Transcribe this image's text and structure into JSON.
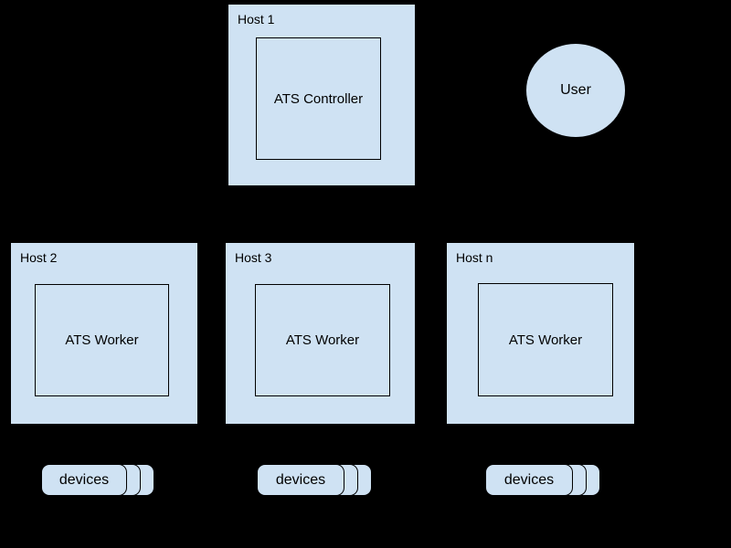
{
  "diagram": {
    "background": "#000000",
    "shape_fill": "#cfe2f3",
    "border_color": "#000000"
  },
  "hosts": [
    {
      "label": "Host 1",
      "component": "ATS Controller"
    },
    {
      "label": "Host 2",
      "component": "ATS Worker"
    },
    {
      "label": "Host 3",
      "component": "ATS Worker"
    },
    {
      "label": "Host n",
      "component": "ATS Worker"
    }
  ],
  "user": {
    "label": "User"
  },
  "device_stacks": [
    {
      "label": "devices"
    },
    {
      "label": "devices"
    },
    {
      "label": "devices"
    }
  ]
}
